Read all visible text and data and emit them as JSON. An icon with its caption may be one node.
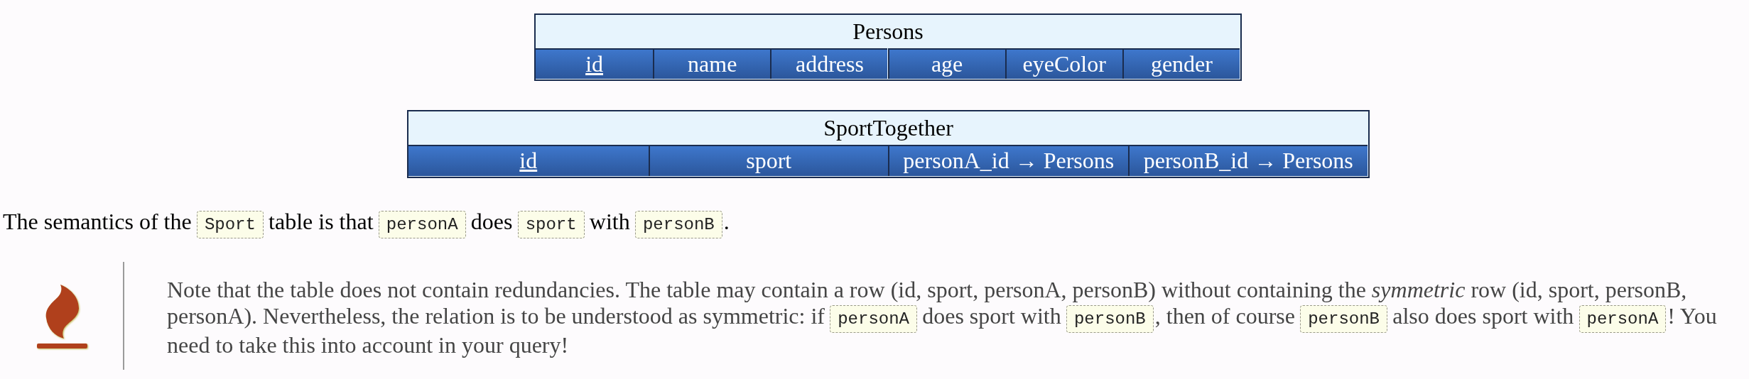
{
  "diagram": {
    "nodes": [
      {
        "text": [
          "Persons"
        ]
      },
      {
        "text": [
          "id"
        ],
        "in": 0
      },
      {
        "text": [
          "name"
        ],
        "in": 0
      },
      {
        "text": [
          "address"
        ],
        "in": 0
      },
      {
        "text": [
          "age"
        ],
        "in": 0
      },
      {
        "text": [
          "eyeColor"
        ],
        "in": 0
      },
      {
        "text": [
          "gender"
        ],
        "in": 0
      },
      {
        "text": [
          "SportTogether"
        ]
      },
      {
        "text": [
          "id"
        ],
        "in": 7
      },
      {
        "text": [
          "sport"
        ],
        "in": 7
      },
      {
        "text": [
          "personA_id → Persons"
        ],
        "in": 7
      },
      {
        "text": [
          "personB_id → Persons"
        ],
        "in": 7
      }
    ],
    "labels": [
      "The semantics of the",
      "Sport",
      "table is that",
      "personA",
      "does",
      "sport",
      "with",
      "personB",
      ".",
      "Note that the table does not contain redundancies. The table may contain a row (id, sport, personA, personB) without containing the *symmetric* row (id, sport, personB, personA). Nevertheless, the relation is to be understood as symmetric: if",
      "personA",
      "does sport with",
      "personB",
      ", then of course",
      "personB",
      "also does sport with",
      "personA",
      "! You need to take this into account in your query!"
    ]
  }
}
